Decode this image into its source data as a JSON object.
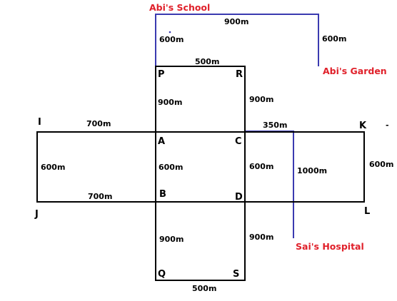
{
  "colors": {
    "outline": "#000000",
    "route": "#3a3ab0",
    "place_label": "#e0202a"
  },
  "places": {
    "school": "Abi's School",
    "garden": "Abi's Garden",
    "hospital": "Sai's Hospital"
  },
  "points": {
    "P": "P",
    "R": "R",
    "I": "I",
    "A": "A",
    "C": "C",
    "K": "K",
    "J": "J",
    "B": "B",
    "D": "D",
    "L": "L",
    "Q": "Q",
    "S": "S"
  },
  "distances": {
    "school_garden_top": "900m",
    "school_p": "600m",
    "garden_drop": "600m",
    "pr": "500m",
    "pa": "900m",
    "rc": "900m",
    "ia": "700m",
    "c_hospital_top": "350m",
    "ij": "600m",
    "ab": "600m",
    "cd": "600m",
    "kl": "600m",
    "hospital_drop": "1000m",
    "jb": "700m",
    "bq": "900m",
    "ds": "900m",
    "qs": "500m"
  },
  "dash_mark": "-"
}
